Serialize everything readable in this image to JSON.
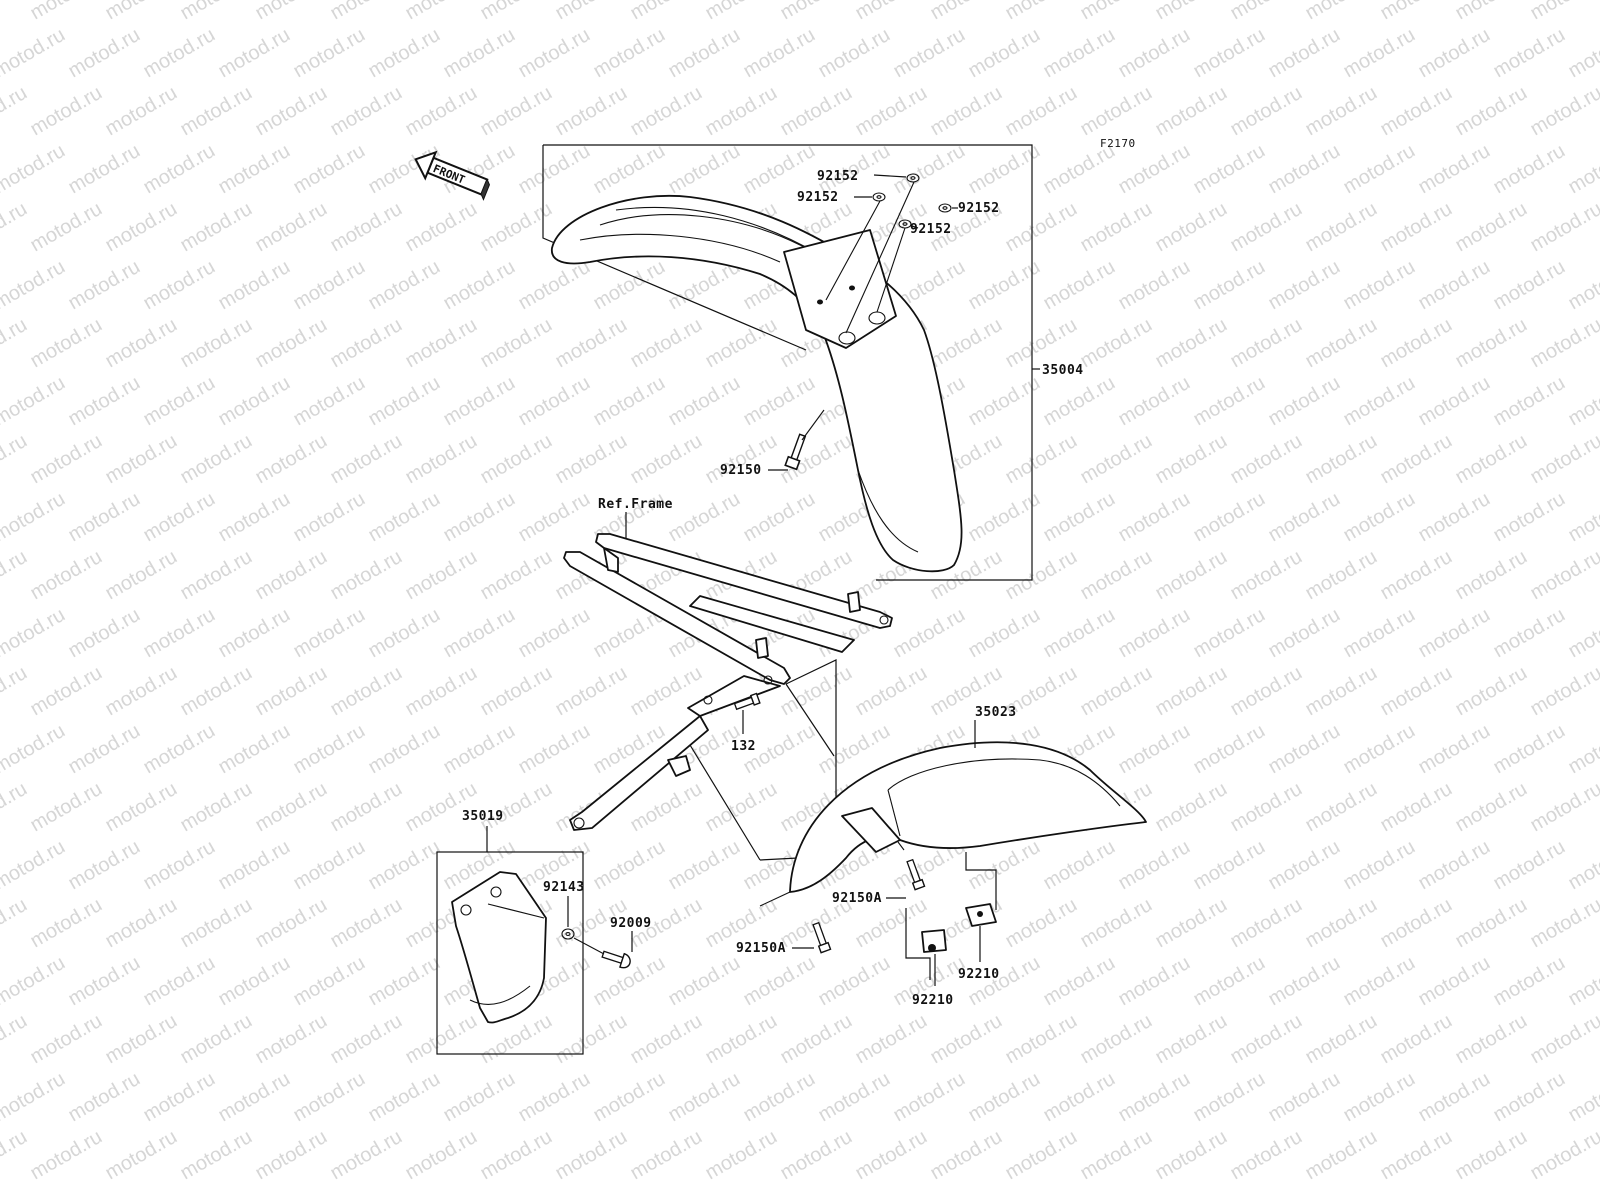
{
  "watermark": "motod.ru",
  "figure_code": "F2170",
  "front_arrow_label": "FRONT",
  "frame_reference": "Ref.Frame",
  "parts": {
    "front_fender": "35004",
    "rear_fender": "35023",
    "mud_flap": "35019",
    "washer_1": "92152",
    "washer_2": "92152",
    "washer_3": "92152",
    "washer_4": "92152",
    "fender_bolt": "92150",
    "frame_bolt": "132",
    "rear_bolt_1": "92150A",
    "rear_bolt_2": "92150A",
    "flap_washer": "92143",
    "flap_screw": "92009",
    "clip_1": "92210",
    "clip_2": "92210"
  }
}
